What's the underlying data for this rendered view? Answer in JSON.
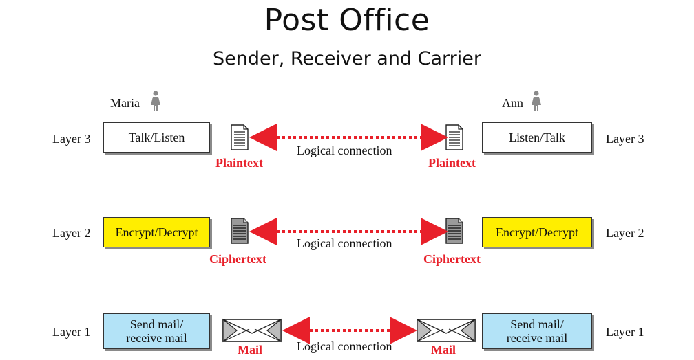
{
  "title": "Post Office",
  "subtitle": "Sender, Receiver and Carrier",
  "people": {
    "left": "Maria",
    "right": "Ann"
  },
  "layers": [
    {
      "left_label": "Layer 3",
      "right_label": "Layer 3",
      "left_box": "Talk/Listen",
      "right_box": "Listen/Talk",
      "data_unit": "Plaintext",
      "connection": "Logical connection"
    },
    {
      "left_label": "Layer 2",
      "right_label": "Layer 2",
      "left_box": "Encrypt/Decrypt",
      "right_box": "Encrypt/Decrypt",
      "data_unit": "Ciphertext",
      "connection": "Logical connection"
    },
    {
      "left_label": "Layer 1",
      "right_label": "Layer 1",
      "left_box": "Send mail/\nreceive mail",
      "right_box": "Send mail/\nreceive mail",
      "data_unit": "Mail",
      "connection": "Logical connection"
    }
  ],
  "colors": {
    "layer3_box": "#ffffff",
    "layer2_box": "#ffee00",
    "layer1_box": "#b3e3f7",
    "arrow": "#e8202a",
    "data_unit_text": "#e8202a"
  },
  "icons": {
    "person": "person-icon",
    "document": "document-icon",
    "cipher_document": "cipher-document-icon",
    "envelope": "envelope-icon"
  }
}
